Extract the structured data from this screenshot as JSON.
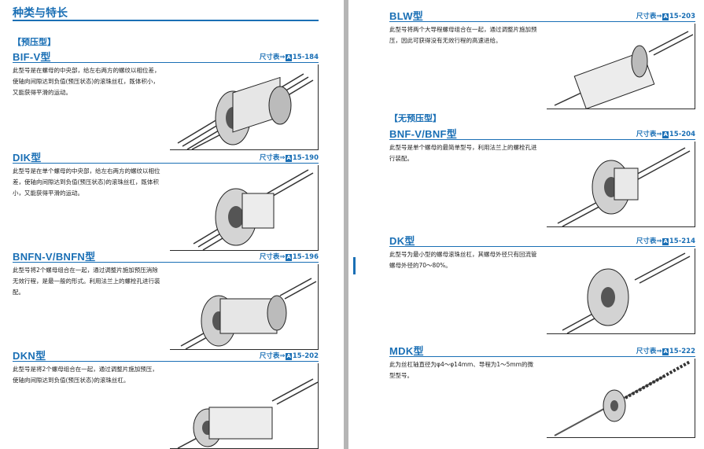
{
  "section_title": "种类与特长",
  "groups": {
    "preload": "【预压型】",
    "no_preload": "【无预压型】"
  },
  "ref_prefix": "尺寸表⇒",
  "ref_badge": "A",
  "left_entries": [
    {
      "name": "BIF-V型",
      "ref": "15-184",
      "desc": "此型号是在螺母的中央部，给左右两方的螺纹以相位差，使轴向间隙达到负值(预压状态)的滚珠丝杠，既体积小，又能获得平滑的运动。"
    },
    {
      "name": "DIK型",
      "ref": "15-190",
      "desc": "此型号是在单个螺母的中央部，给左右两方的螺纹以相位差，使轴向间隙达到负值(预压状态)的滚珠丝杠，既体积小，又能获得平滑的运动。"
    },
    {
      "name": "BNFN-V/BNFN型",
      "ref": "15-196",
      "desc": "此型号将2个螺母组合在一起，通过调整片施加预压消除无效行程，是最一般的形式。利用法兰上的螺栓孔进行装配。"
    },
    {
      "name": "DKN型",
      "ref": "15-202",
      "desc": "此型号是将2个螺母组合在一起，通过调整片施加预压，使轴向间隙达到负值(预压状态)的滚珠丝杠。"
    }
  ],
  "right_entries": [
    {
      "name": "BLW型",
      "ref": "15-203",
      "desc": "此型号将两个大导程螺母组合在一起，通过调整片施加预压，因此可获得没有无效行程的高速进给。"
    },
    {
      "name": "BNF-V/BNF型",
      "ref": "15-204",
      "desc": "此型号是单个螺母的最简单型号，利用法兰上的螺栓孔进行装配。"
    },
    {
      "name": "DK型",
      "ref": "15-214",
      "desc": "此型号为最小型的螺母滚珠丝杠，其螺母外径只有回流管螺母外径的70～80%。"
    },
    {
      "name": "MDK型",
      "ref": "15-222",
      "desc": "此为丝杠轴直径为φ4～φ14mm、导程为1～5mm的微型型号。"
    }
  ]
}
